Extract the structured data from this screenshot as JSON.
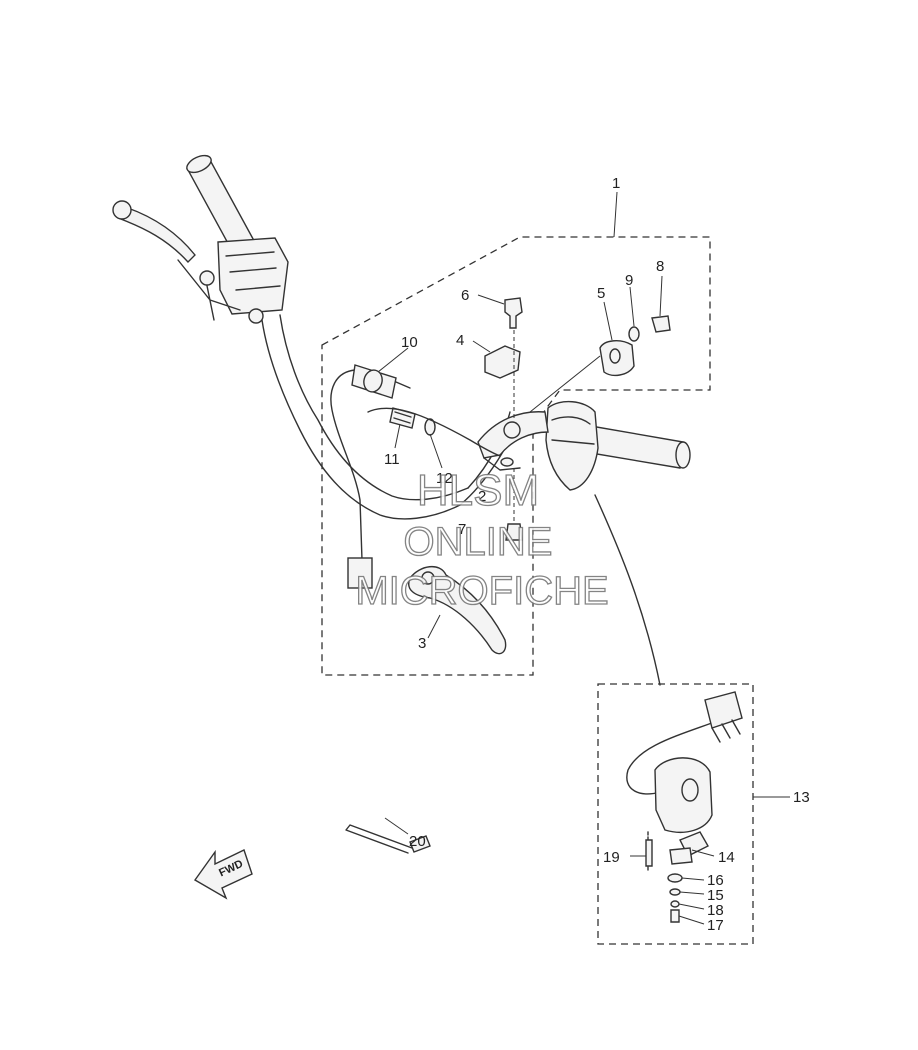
{
  "callouts": {
    "c1": "1",
    "c2": "2",
    "c3": "3",
    "c4": "4",
    "c5": "5",
    "c6": "6",
    "c7": "7",
    "c8": "8",
    "c9": "9",
    "c10": "10",
    "c11": "11",
    "c12": "12",
    "c13": "13",
    "c14": "14",
    "c15": "15",
    "c16": "16",
    "c17": "17",
    "c18": "18",
    "c19": "19",
    "c20": "20"
  },
  "fwd_label": "FWD",
  "watermark": {
    "line1": "HLSM",
    "line2": "ONLINE",
    "line3": "MICROFICHE"
  },
  "colors": {
    "line": "#333333",
    "background": "#ffffff",
    "watermark_stroke": "#777777"
  }
}
